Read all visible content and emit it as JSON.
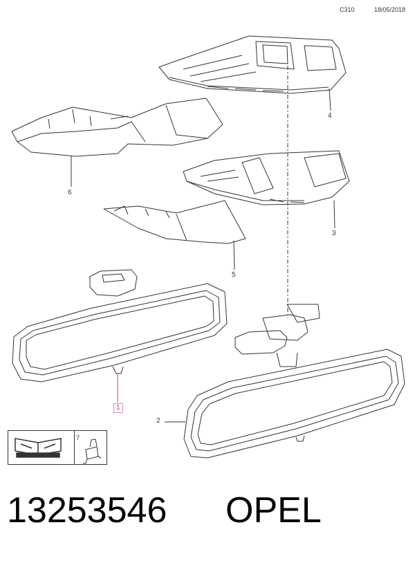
{
  "header": {
    "code": "C310",
    "date": "18/05/2018"
  },
  "callouts": {
    "c1": "1",
    "c2": "2",
    "c3": "3",
    "c4": "4",
    "c5": "5",
    "c6": "6",
    "c7": "7"
  },
  "footer": {
    "part_number": "13253546",
    "brand": "OPEL"
  },
  "colors": {
    "line": "#333333",
    "highlight": "#d04060"
  }
}
